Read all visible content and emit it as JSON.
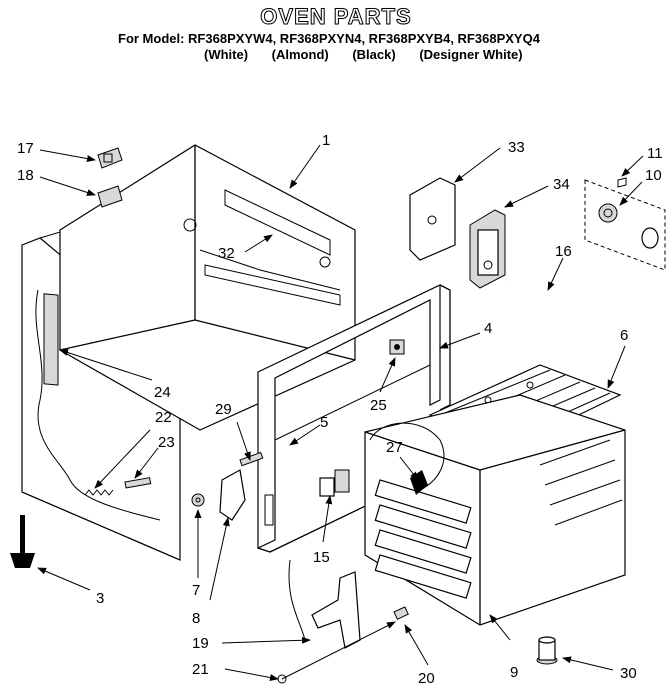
{
  "header": {
    "title": "OVEN PARTS",
    "model_line": "For Model: RF368PXYW4, RF368PXYN4, RF368PXYB4, RF368PXYQ4",
    "colors": [
      "(White)",
      "(Almond)",
      "(Black)",
      "(Designer White)"
    ]
  },
  "callouts": [
    "1",
    "3",
    "4",
    "5",
    "6",
    "7",
    "8",
    "9",
    "10",
    "11",
    "15",
    "16",
    "17",
    "18",
    "19",
    "20",
    "21",
    "22",
    "23",
    "24",
    "25",
    "27",
    "29",
    "30",
    "32",
    "33",
    "34"
  ]
}
